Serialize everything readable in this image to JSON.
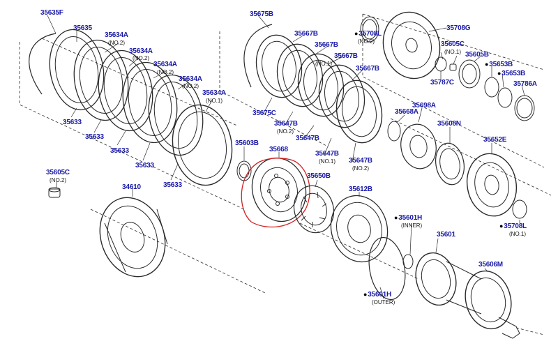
{
  "colors": {
    "label": "#1a1aa6",
    "line": "#2a2a2a",
    "highlight": "#d42020",
    "background": "#ffffff"
  },
  "labels": {
    "p35635F": "35635F",
    "p35635": "35635",
    "p35634A_1": "35634A",
    "p35634A_2": "35634A",
    "p35634A_3": "35634A",
    "p35634A_4": "35634A",
    "p35634A_5": "35634A",
    "p35633_1": "35633",
    "p35633_2": "35633",
    "p35633_3": "35633",
    "p35633_4": "35633",
    "p35633_5": "35633",
    "p35605C_L": "35605C",
    "p34610": "34610",
    "p35675B": "35675B",
    "p35667B_1": "35667B",
    "p35667B_2": "35667B",
    "p35667B_3": "35667B",
    "p35667B_4": "35667B",
    "p35675C": "35675C",
    "p35647B_1": "35647B",
    "p35647B_2": "35647B",
    "p35647B_3": "35647B",
    "p35647B_4": "35647B",
    "p35603B": "35603B",
    "p35668": "35668",
    "p35650B": "35650B",
    "p35612B": "35612B",
    "p35708L_top": "35708L",
    "p35708G": "35708G",
    "p35605C_R": "35605C",
    "p35605B": "35605B",
    "p35653B_1": "35653B",
    "p35653B_2": "35653B",
    "p35787C": "35787C",
    "p35786A": "35786A",
    "p35668A": "35668A",
    "p35698A": "35698A",
    "p35608N": "35608N",
    "p35652E": "35652E",
    "p35708L_bot": "35708L",
    "p35601H_inner": "35601H",
    "p35601": "35601",
    "p35606M": "35606M",
    "p35601H_outer": "35601H"
  },
  "notes": {
    "no2_a": "(NO.2)",
    "no2_b": "(NO.2)",
    "no2_c": "(NO.2)",
    "no2_d": "(NO.2)",
    "no1_a": "(NO.1)",
    "no2_35605C": "(NO.2)",
    "no1_35667B": "(NO.1)",
    "no2_35647B_1": "(NO.2)",
    "no1_35647B_3": "(NO.1)",
    "no2_35647B_4": "(NO.2)",
    "no2_35708L": "(NO.2)",
    "no1_35605C": "(NO.1)",
    "no1_35708L": "(NO.1)",
    "inner": "(INNER)",
    "outer": "(OUTER)"
  }
}
